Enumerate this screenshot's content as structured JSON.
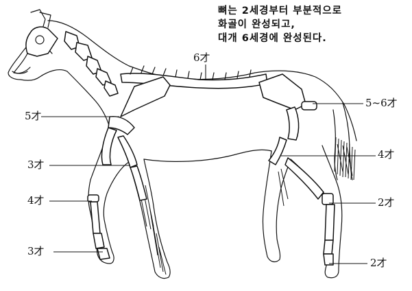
{
  "caption": {
    "line1": "뼈는 2세경부터 부분적으로",
    "line2": "화골이 완성되고,",
    "line3": "대개 6세경에 완성된다."
  },
  "labels": {
    "spine": "6才",
    "shoulder": "5才",
    "elbow": "3才",
    "knee": "4才",
    "fore_pastern": "3才",
    "pelvis": "5~6才",
    "hock": "4才",
    "fetlock": "2才",
    "hind_pastern": "2才"
  }
}
